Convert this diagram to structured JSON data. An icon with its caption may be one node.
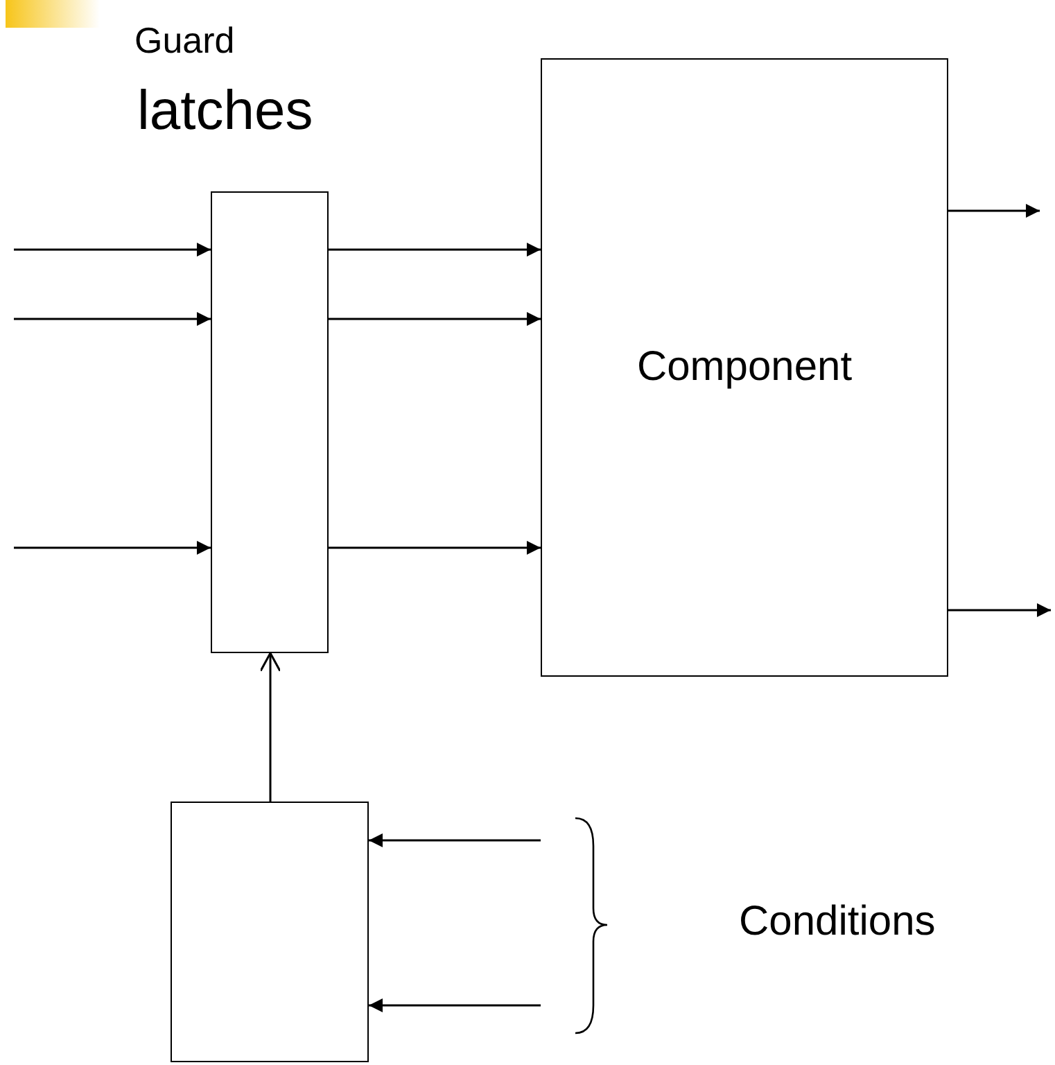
{
  "diagram": {
    "nodes": [
      {
        "text": [
          "Guard",
          "latches"
        ]
      },
      {
        "text": [
          "Component"
        ]
      },
      {
        "text": [],
        "shape": "box"
      }
    ],
    "edges": [
      {
        "from": null,
        "to": 0,
        "arrow": "to"
      },
      {
        "from": null,
        "to": 0,
        "arrow": "to"
      },
      {
        "from": null,
        "to": 0,
        "arrow": "to"
      },
      {
        "from": 0,
        "to": 1,
        "arrow": "to"
      },
      {
        "from": 0,
        "to": 1,
        "arrow": "to"
      },
      {
        "from": 0,
        "to": 1,
        "arrow": "to"
      },
      {
        "from": 1,
        "to": null,
        "arrow": "to"
      },
      {
        "from": 1,
        "to": null,
        "arrow": "to"
      },
      {
        "from": 2,
        "to": 0,
        "arrow": "to"
      },
      {
        "from": null,
        "to": 2,
        "arrow": "to"
      },
      {
        "from": null,
        "to": 2,
        "arrow": "to"
      }
    ],
    "labels": [
      "Conditions"
    ]
  }
}
